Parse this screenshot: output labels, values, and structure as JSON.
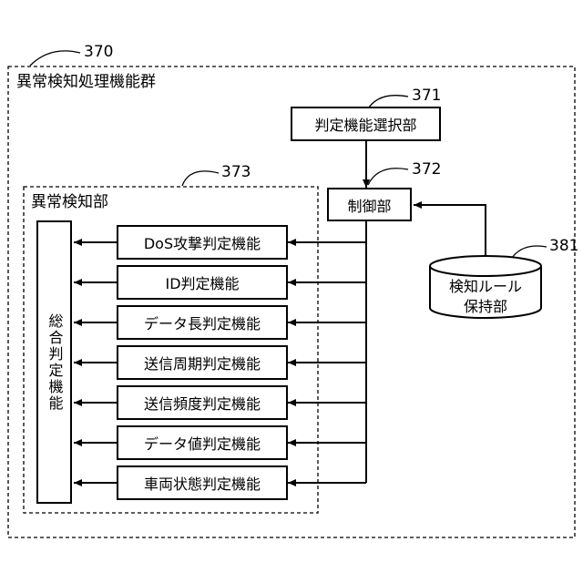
{
  "group": {
    "ref": "370",
    "title": "異常検知処理機能群"
  },
  "selector": {
    "ref": "371",
    "label": "判定機能選択部"
  },
  "controller": {
    "ref": "372",
    "label": "制御部"
  },
  "detector": {
    "ref": "373",
    "title": "異常検知部"
  },
  "rules": {
    "ref": "381",
    "line1": "検知ルール",
    "line2": "保持部"
  },
  "overall": {
    "label": "総合判定機能"
  },
  "functions": [
    "DoS攻撃判定機能",
    "ID判定機能",
    "データ長判定機能",
    "送信周期判定機能",
    "送信頻度判定機能",
    "データ値判定機能",
    "車両状態判定機能"
  ]
}
